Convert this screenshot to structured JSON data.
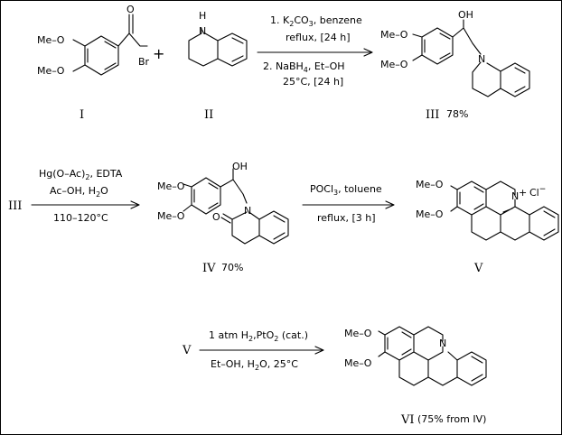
{
  "compounds": {
    "I": {
      "label": "I",
      "ome1": "Me–O",
      "ome2": "Me–O",
      "o": "O",
      "br": "Br"
    },
    "II": {
      "label": "II",
      "h": "H",
      "n": "N"
    },
    "III": {
      "label": "III",
      "yield": "78%",
      "ome1": "Me–O",
      "ome2": "Me–O",
      "oh": "OH",
      "n": "N"
    },
    "IV": {
      "label": "IV",
      "yield": "70%",
      "ome1": "Me–O",
      "ome2": "Me–O",
      "oh": "OH",
      "n": "N",
      "o": "O"
    },
    "V": {
      "label": "V",
      "ome1": "Me–O",
      "ome2": "Me–O",
      "n": "N",
      "charge": "+",
      "cl": "Cl",
      "cl_charge": "−"
    },
    "VI": {
      "label": "VI",
      "yield": "(75% from IV)",
      "ome1": "Me–O",
      "ome2": "Me–O",
      "n": "N"
    }
  },
  "plus": "+",
  "step1": {
    "line1_a": "1. K",
    "line1_sub1": "2",
    "line1_b": "CO",
    "line1_sub2": "3",
    "line1_c": ",  benzene",
    "line2": "reflux,  [24 h]",
    "line3_a": "2. NaBH",
    "line3_sub": "4",
    "line3_b": ",  Et–OH",
    "line4": "25°C,  [24 h]"
  },
  "step2": {
    "start": "III",
    "line1_a": "Hg(O–Ac)",
    "line1_sub": "2",
    "line1_b": ",  EDTA",
    "line2_a": "Ac–OH,  H",
    "line2_sub": "2",
    "line2_b": "O",
    "line3": "110–120°C"
  },
  "step3": {
    "line1_a": "POCl",
    "line1_sub": "3",
    "line1_b": ",  toluene",
    "line2": "reflux,  [3 h]"
  },
  "step4": {
    "start": "V",
    "line1_a": "1 atm H",
    "line1_sub1": "2",
    "line1_b": ",PtO",
    "line1_sub2": "2",
    "line1_c": " (cat.)",
    "line2_a": "Et–OH,  H",
    "line2_sub": "2",
    "line2_b": "O,  25°C"
  }
}
